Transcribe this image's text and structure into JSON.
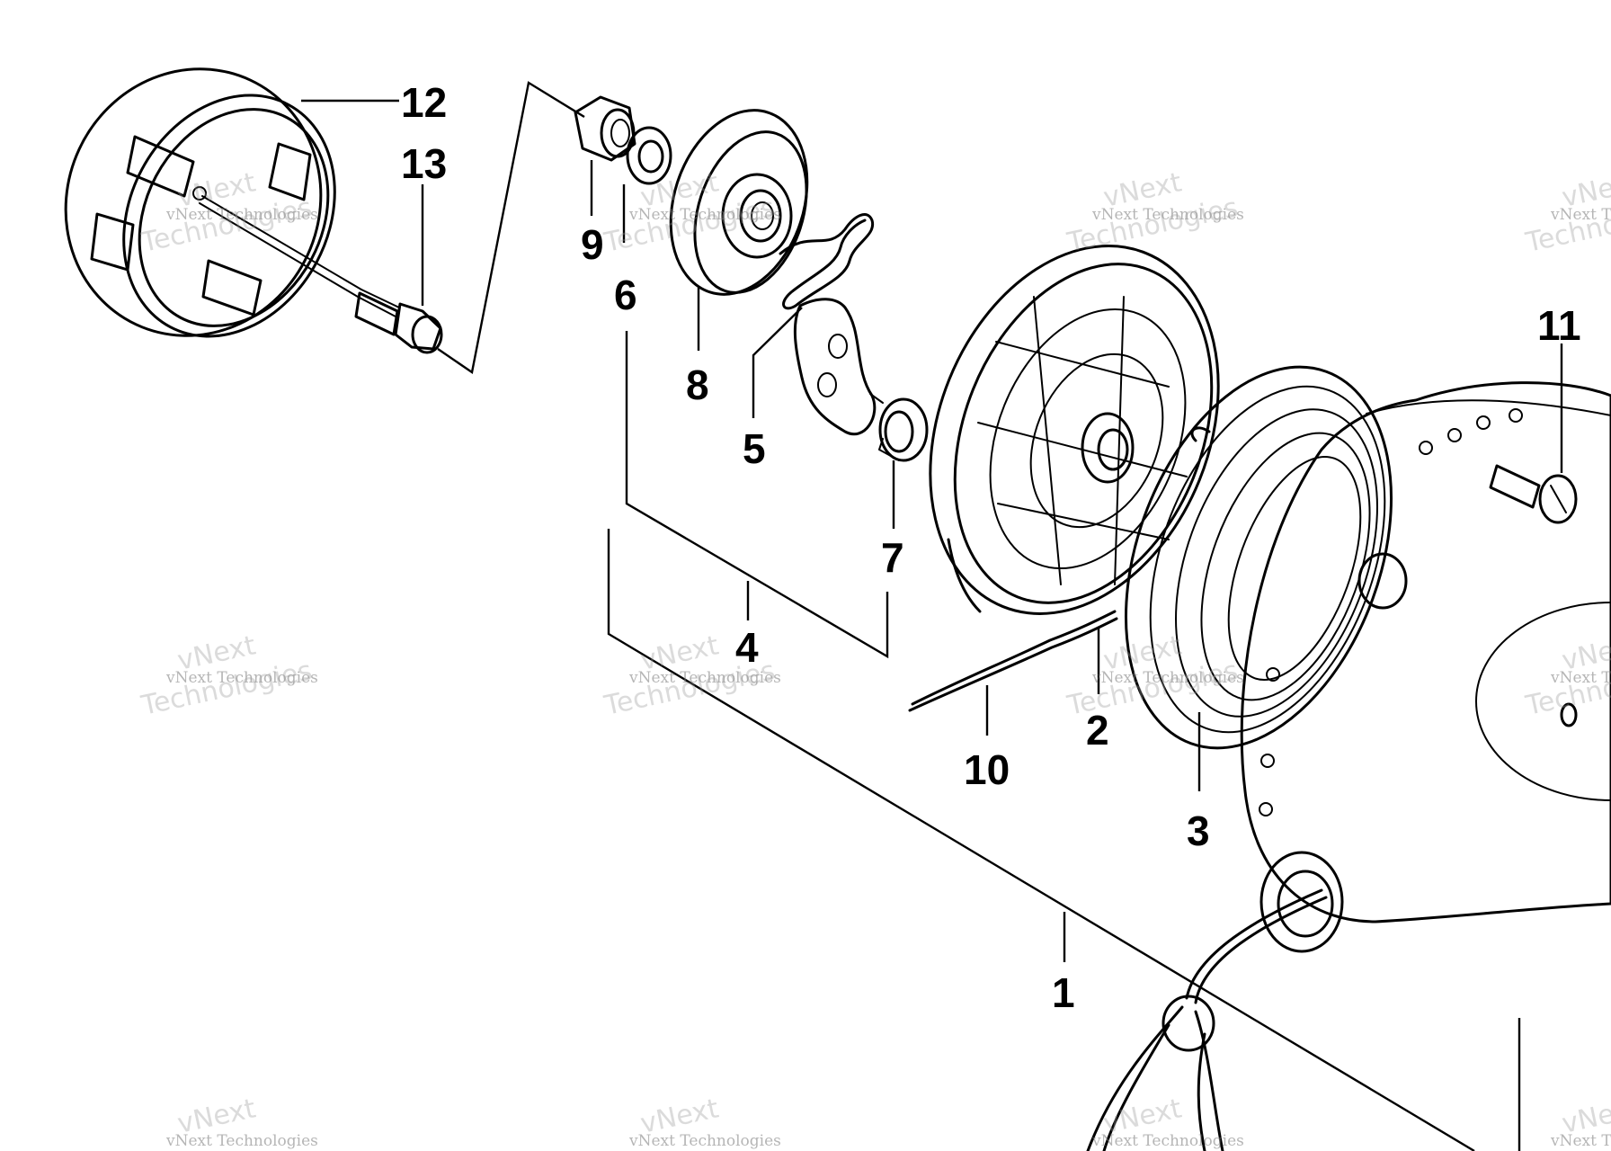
{
  "watermark": {
    "line1": "vNext",
    "line2": "vNext Technologies",
    "line3": "Technologies"
  },
  "callouts": {
    "c1": "1",
    "c2": "2",
    "c3": "3",
    "c4": "4",
    "c5": "5",
    "c6": "6",
    "c7": "7",
    "c8": "8",
    "c9": "9",
    "c10": "10",
    "c11": "11",
    "c12": "12",
    "c13": "13"
  }
}
